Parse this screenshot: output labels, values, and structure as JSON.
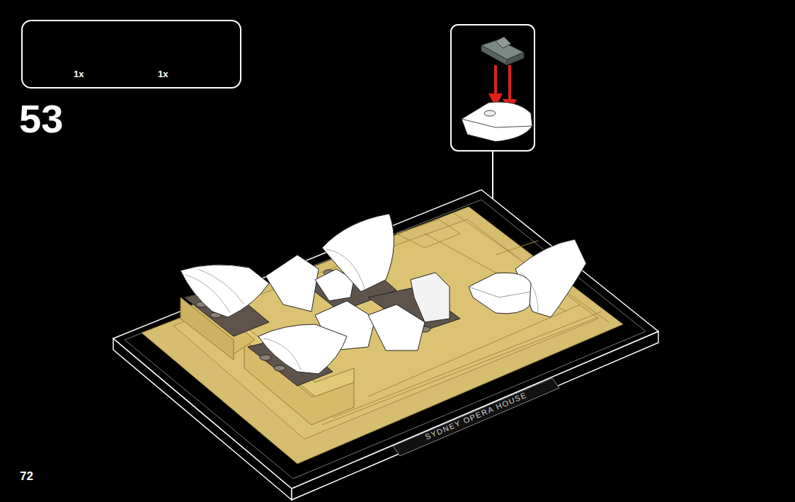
{
  "diagram": {
    "nodes": [
      {
        "text": [
          "1x",
          "1x"
        ]
      }
    ],
    "labels": [
      "53",
      "SYDNEY OPERA HOUSE",
      "72"
    ]
  }
}
